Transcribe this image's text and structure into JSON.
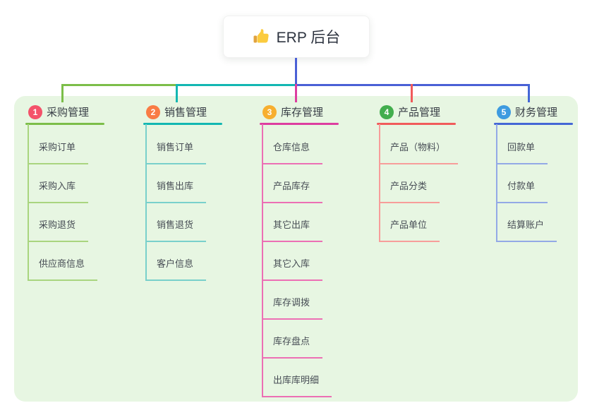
{
  "root": {
    "title": "ERP 后台",
    "icon": "thumbs-up"
  },
  "canvas": {
    "background": "#FFFFFF",
    "panel_background": "#E7F6E2",
    "trunk_color": "#4A60D6"
  },
  "branches": [
    {
      "number": "1",
      "label": "采购管理",
      "color": "#7CBE49",
      "light_color": "#A9D57F",
      "badge_color": "#F4526A",
      "children": [
        "采购订单",
        "采购入库",
        "采购退货",
        "供应商信息"
      ]
    },
    {
      "number": "2",
      "label": "销售管理",
      "color": "#13B7B2",
      "light_color": "#79D0CB",
      "badge_color": "#F97C45",
      "children": [
        "销售订单",
        "销售出库",
        "销售退货",
        "客户信息"
      ]
    },
    {
      "number": "3",
      "label": "库存管理",
      "color": "#DD3DA0",
      "light_color": "#EC6FB4",
      "badge_color": "#F7AF2F",
      "children": [
        "仓库信息",
        "产品库存",
        "其它出库",
        "其它入库",
        "库存调拨",
        "库存盘点",
        "出库库明细"
      ]
    },
    {
      "number": "4",
      "label": "产品管理",
      "color": "#F15B5B",
      "light_color": "#F79D9A",
      "badge_color": "#42AE4D",
      "children": [
        "产品（物料）",
        "产品分类",
        "产品单位"
      ]
    },
    {
      "number": "5",
      "label": "财务管理",
      "color": "#4467D6",
      "light_color": "#93A9E6",
      "badge_color": "#3E9BE0",
      "children": [
        "回款单",
        "付款单",
        "结算账户"
      ]
    }
  ]
}
